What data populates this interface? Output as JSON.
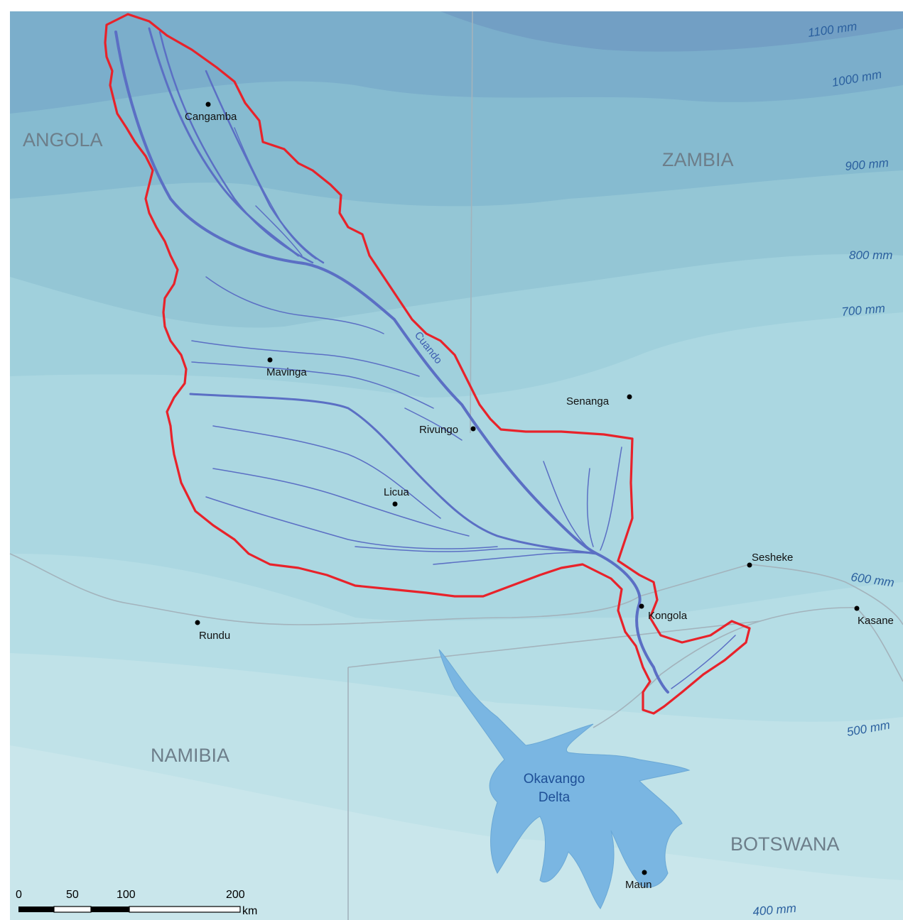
{
  "countries": {
    "angola": "ANGOLA",
    "zambia": "ZAMBIA",
    "namibia": "NAMIBIA",
    "botswana": "BOTSWANA"
  },
  "isohyets": [
    "1100 mm",
    "1000 mm",
    "900 mm",
    "800 mm",
    "700 mm",
    "600 mm",
    "500 mm",
    "400 mm"
  ],
  "towns": {
    "cangamba": "Cangamba",
    "mavinga": "Mavinga",
    "rivungo": "Rivungo",
    "licua": "Licua",
    "senanga": "Senanga",
    "sesheke": "Sesheke",
    "kongola": "Kongola",
    "kasane": "Kasane",
    "rundu": "Rundu",
    "maun": "Maun"
  },
  "river": "Cuando",
  "delta": {
    "line1": "Okavango",
    "line2": "Delta"
  },
  "scale_bar": {
    "ticks": [
      "0",
      "50",
      "100",
      "200"
    ],
    "unit": "km"
  },
  "colors": {
    "basin_outline": "#e8222a",
    "rivers": "#5b6fc4",
    "delta_water": "#7ab6e2",
    "borders": "#a3b3bc"
  }
}
